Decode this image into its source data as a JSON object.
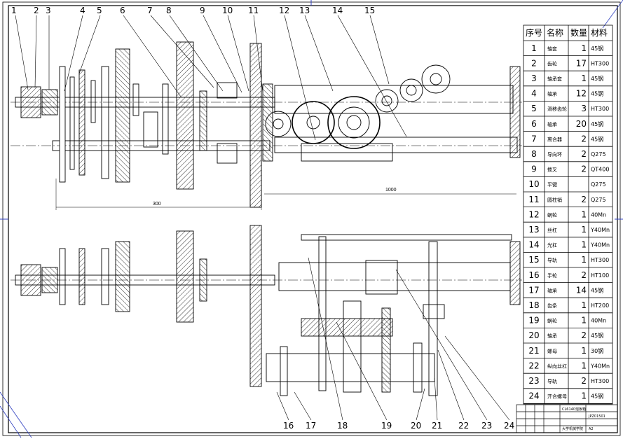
{
  "balloons_top": [
    "1",
    "2",
    "3",
    "4",
    "5",
    "6",
    "7",
    "8",
    "9",
    "10",
    "11",
    "12",
    "13",
    "14",
    "15"
  ],
  "balloons_bottom": [
    "16",
    "17",
    "18",
    "19",
    "20",
    "21",
    "22",
    "23",
    "24"
  ],
  "dimensions": {
    "d1000": "1000",
    "d300": "300"
  },
  "bom": {
    "headers": [
      "序号",
      "名称",
      "数量",
      "材料"
    ],
    "rows": [
      {
        "no": "1",
        "name": "轴套",
        "qty": "1",
        "mat": "45钢"
      },
      {
        "no": "2",
        "name": "齿轮",
        "qty": "17",
        "mat": "HT300"
      },
      {
        "no": "3",
        "name": "轴承套",
        "qty": "1",
        "mat": "45钢"
      },
      {
        "no": "4",
        "name": "轴承",
        "qty": "12",
        "mat": "45钢"
      },
      {
        "no": "5",
        "name": "滑移齿轮",
        "qty": "3",
        "mat": "HT300"
      },
      {
        "no": "6",
        "name": "轴承",
        "qty": "20",
        "mat": "45钢"
      },
      {
        "no": "7",
        "name": "离合器",
        "qty": "2",
        "mat": "45钢"
      },
      {
        "no": "8",
        "name": "导向环",
        "qty": "2",
        "mat": "Q275"
      },
      {
        "no": "9",
        "name": "拨叉",
        "qty": "2",
        "mat": "QT400"
      },
      {
        "no": "10",
        "name": "平键",
        "qty": "",
        "mat": "Q275"
      },
      {
        "no": "11",
        "name": "圆柱销",
        "qty": "2",
        "mat": "Q275"
      },
      {
        "no": "12",
        "name": "蜗轮",
        "qty": "1",
        "mat": "40Mn"
      },
      {
        "no": "13",
        "name": "丝杠",
        "qty": "1",
        "mat": "Y40Mn"
      },
      {
        "no": "14",
        "name": "光杠",
        "qty": "1",
        "mat": "Y40Mn"
      },
      {
        "no": "15",
        "name": "导轨",
        "qty": "1",
        "mat": "HT300"
      },
      {
        "no": "16",
        "name": "手轮",
        "qty": "2",
        "mat": "HT100"
      },
      {
        "no": "17",
        "name": "轴承",
        "qty": "14",
        "mat": "45钢"
      },
      {
        "no": "18",
        "name": "齿条",
        "qty": "1",
        "mat": "HT200"
      },
      {
        "no": "19",
        "name": "蜗轮",
        "qty": "1",
        "mat": "40Mn"
      },
      {
        "no": "20",
        "name": "轴承",
        "qty": "2",
        "mat": "45钢"
      },
      {
        "no": "21",
        "name": "螺母",
        "qty": "1",
        "mat": "30钢"
      },
      {
        "no": "22",
        "name": "纵向丝杠",
        "qty": "1",
        "mat": "Y40Mn"
      },
      {
        "no": "23",
        "name": "导轨",
        "qty": "2",
        "mat": "HT300"
      },
      {
        "no": "24",
        "name": "开合螺母",
        "qty": "1",
        "mat": "45钢"
      }
    ]
  },
  "title_block": {
    "drawing_name": "CL6140溜板箱",
    "drawing_no": "JPZ01501",
    "school": "大学机械学院",
    "sheet": "A2"
  }
}
